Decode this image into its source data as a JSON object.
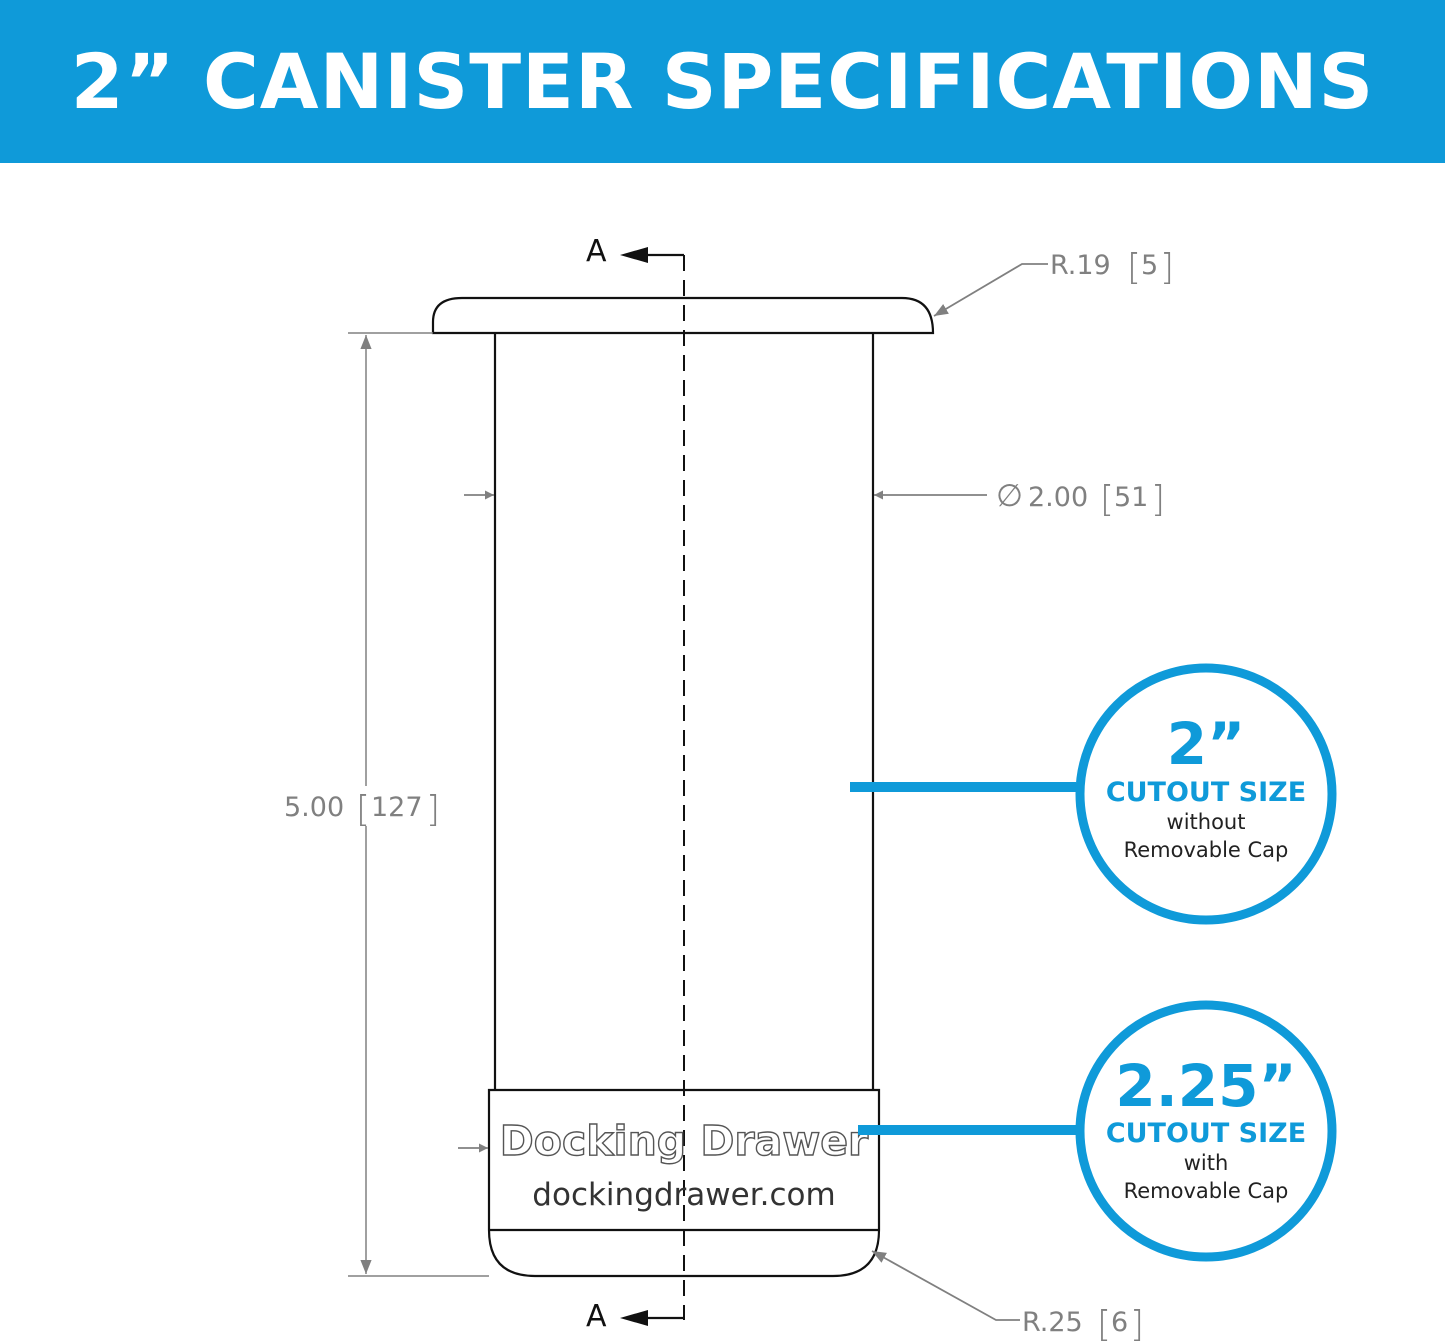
{
  "header": {
    "title": "2” CANISTER SPECIFICATIONS"
  },
  "section": {
    "marker_top": "A",
    "marker_bottom": "A"
  },
  "dimensions": {
    "top_radius": {
      "value": "R.19",
      "mm": "5"
    },
    "diameter": {
      "symbol": "∅",
      "value": "2.00",
      "mm": "51"
    },
    "height": {
      "value": "5.00",
      "mm": "127"
    },
    "bottom_radius": {
      "value": "R.25",
      "mm": "6"
    }
  },
  "watermark": {
    "brand": "Docking Drawer",
    "url": "dockingdrawer.com"
  },
  "badges": [
    {
      "size": "2”",
      "heading": "CUTOUT SIZE",
      "line1": "without",
      "line2": "Removable Cap"
    },
    {
      "size": "2.25”",
      "heading": "CUTOUT SIZE",
      "line1": "with",
      "line2": "Removable Cap"
    }
  ],
  "colors": {
    "brand_blue": "#0f9ad9",
    "dimension_gray": "#808080",
    "outline": "#111111"
  }
}
